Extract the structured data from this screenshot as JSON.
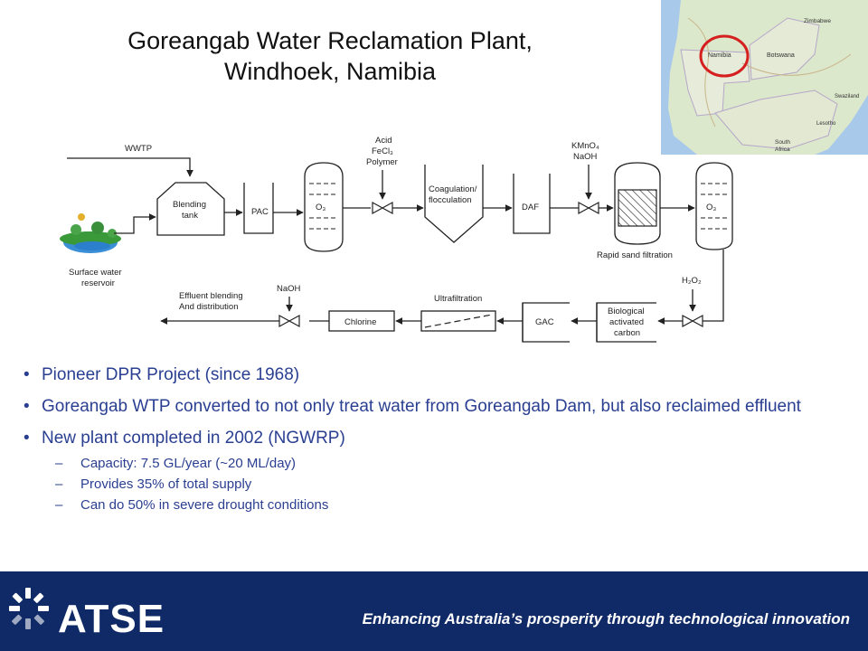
{
  "slide": {
    "title_line1": "Goreangab Water Reclamation Plant,",
    "title_line2": "Windhoek, Namibia"
  },
  "map": {
    "labels": {
      "zimbabwe": "Zimbabwe",
      "namibia": "Namibia",
      "botswana": "Botswana",
      "swaziland": "Swaziland",
      "lesotho": "Lesotho",
      "south_africa_1": "South",
      "south_africa_2": "Africa"
    },
    "highlight_color": "#d62020"
  },
  "diagram": {
    "wwtp": "WWTP",
    "blending_tank_1": "Blending",
    "blending_tank_2": "tank",
    "pac": "PAC",
    "ozone_1": "O₃",
    "acid_1": "Acid",
    "acid_2": "FeCl₃",
    "acid_3": "Polymer",
    "coag_1": "Coagulation/",
    "coag_2": "flocculation",
    "daf": "DAF",
    "kmno4_1": "KMnO₄",
    "kmno4_2": "NaOH",
    "rapid_sand": "Rapid sand filtration",
    "ozone_2": "O₃",
    "surface_1": "Surface water",
    "surface_2": "reservoir",
    "h2o2": "H₂O₂",
    "bac_1": "Biological",
    "bac_2": "activated",
    "bac_3": "carbon",
    "gac": "GAC",
    "ultrafiltration": "Ultrafiltration",
    "chlorine": "Chlorine",
    "naoh": "NaOH",
    "effluent_1": "Effluent blending",
    "effluent_2": "And distribution"
  },
  "bullets": [
    {
      "text": "Pioneer DPR Project (since 1968)"
    },
    {
      "text": "Goreangab WTP converted to not only treat water from Goreangab Dam, but also reclaimed effluent"
    },
    {
      "text": "New plant completed in 2002 (NGWRP)"
    }
  ],
  "sub_bullets": [
    {
      "text": "Capacity: 7.5 GL/year (~20 ML/day)"
    },
    {
      "text": "Provides 35% of total supply"
    },
    {
      "text": "Can do 50% in severe drought conditions"
    }
  ],
  "footer": {
    "logo_text": "ATSE",
    "tagline": "Enhancing Australia’s prosperity through technological innovation",
    "background": "#0f2a66"
  },
  "colors": {
    "bullet_text": "#2a3f91"
  }
}
